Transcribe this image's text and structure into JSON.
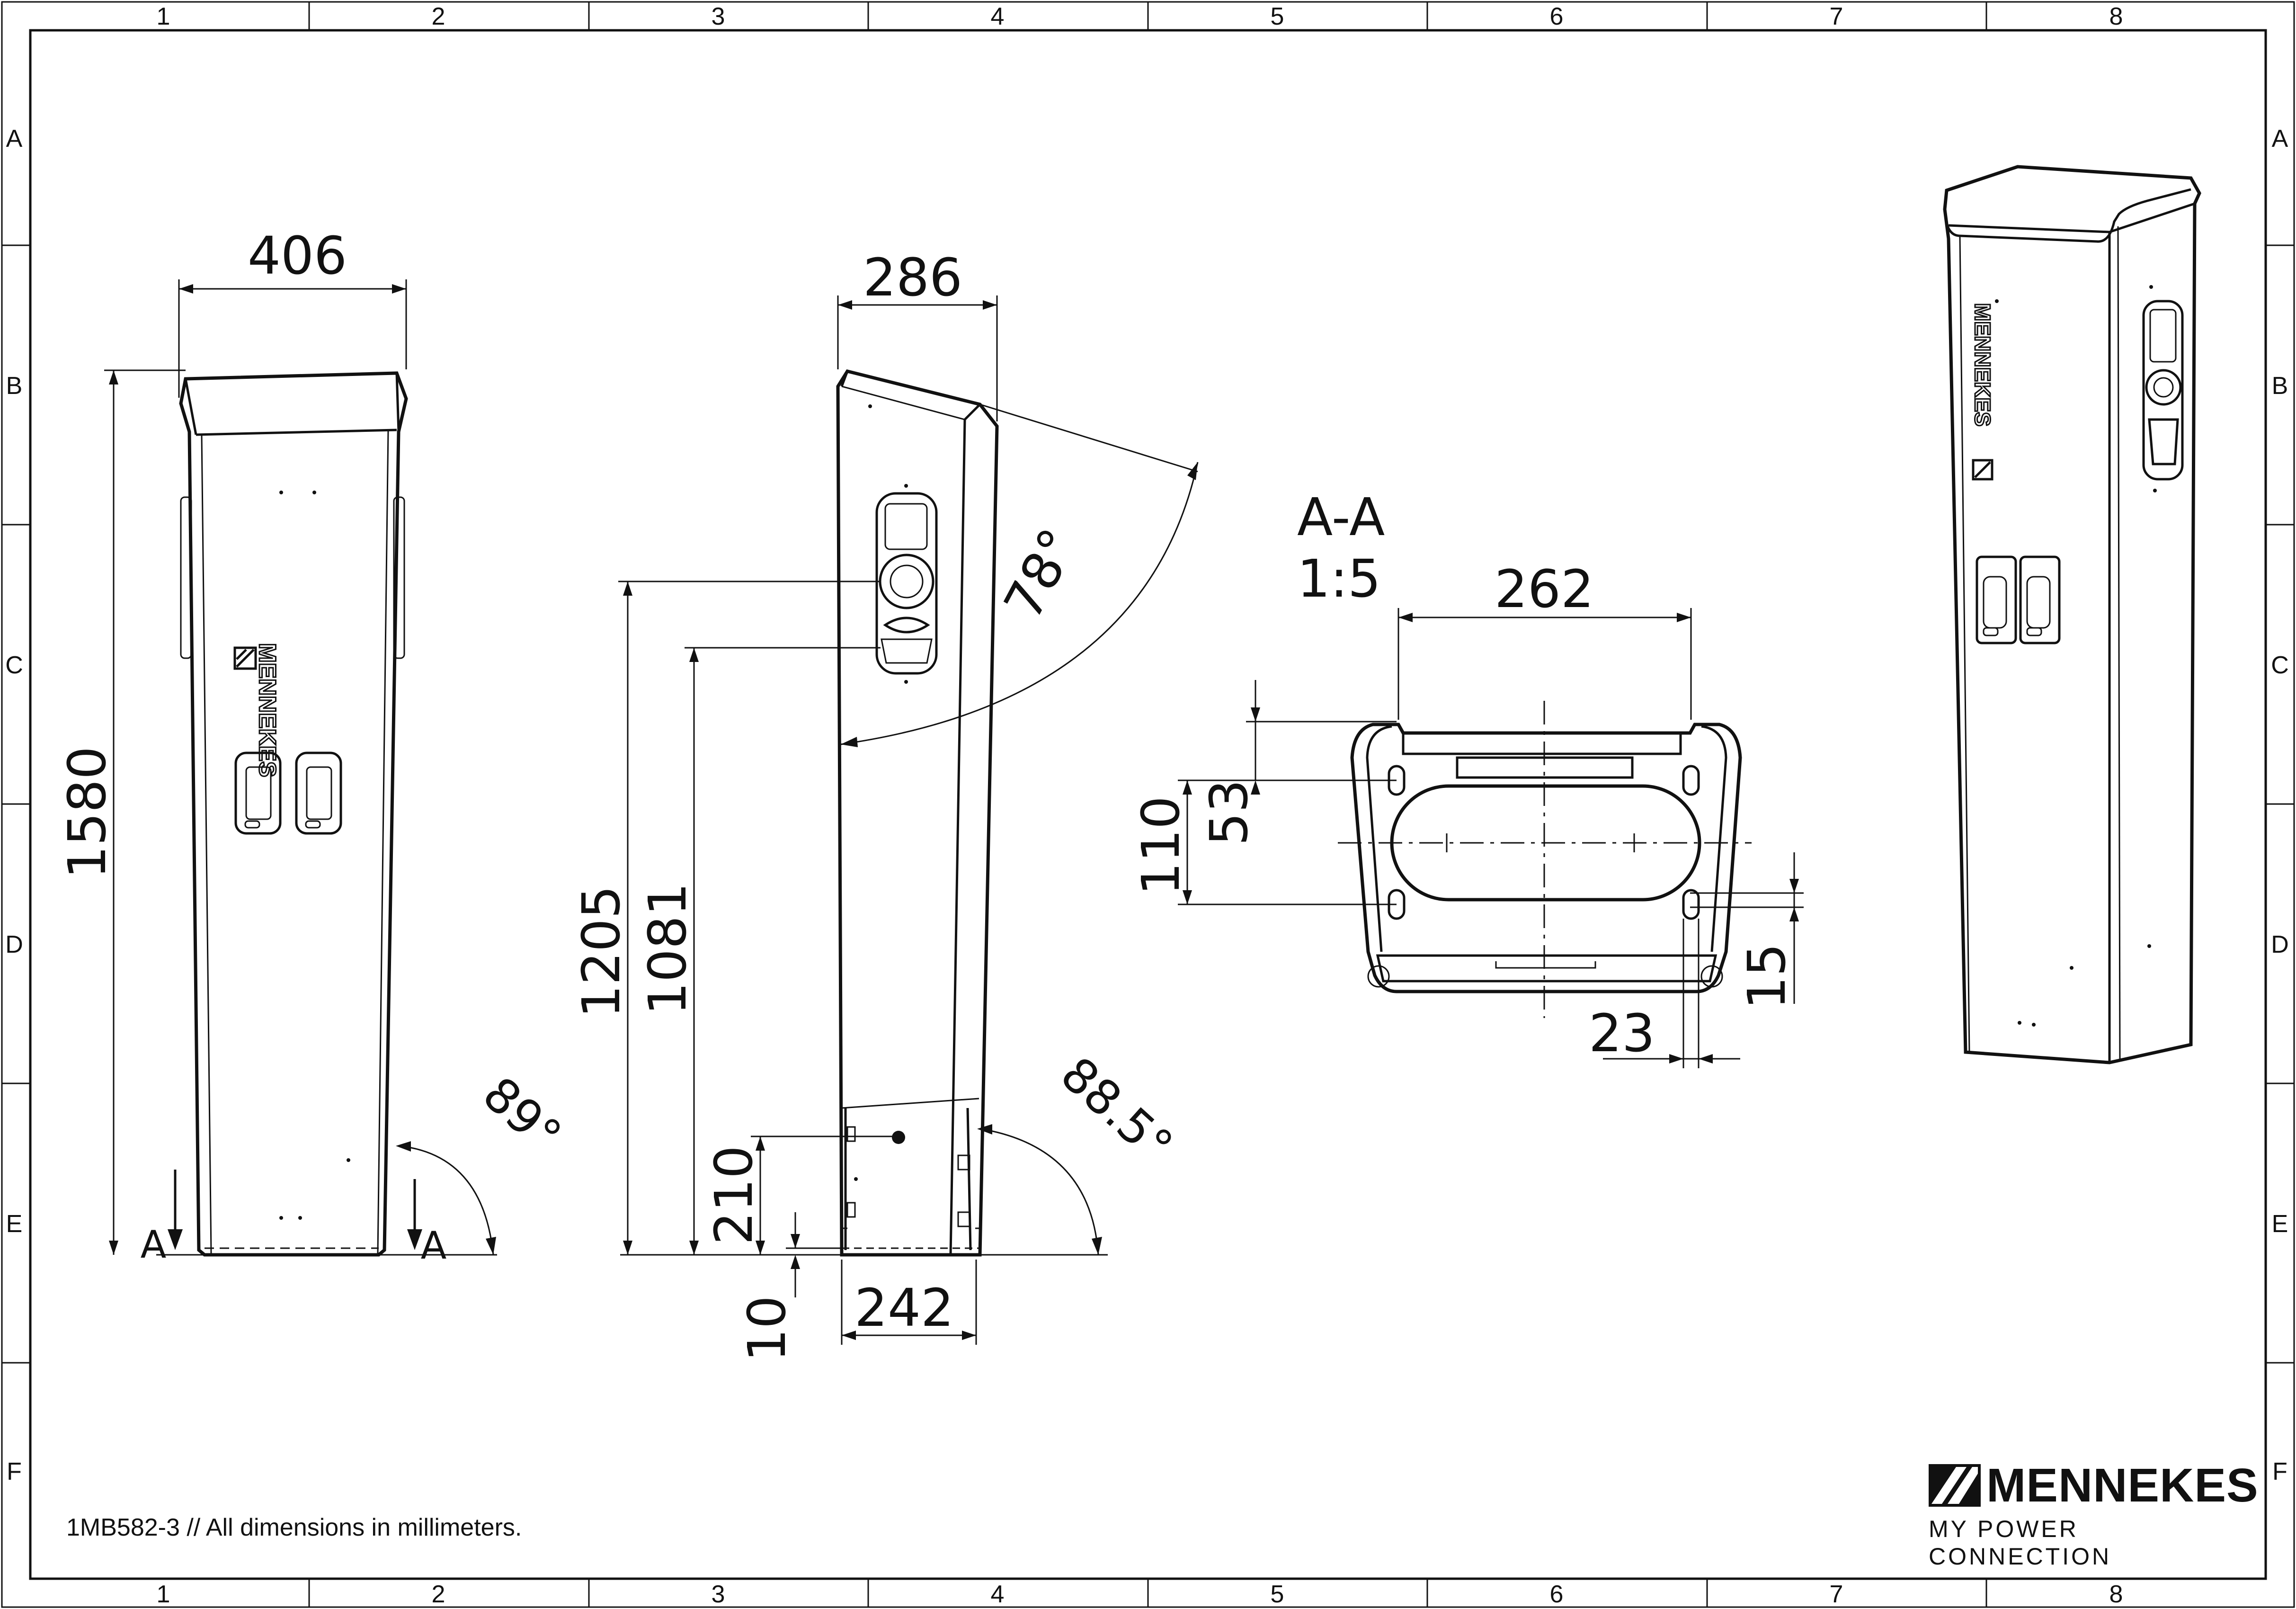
{
  "sheet": {
    "col_labels": [
      "1",
      "2",
      "3",
      "4",
      "5",
      "6",
      "7",
      "8"
    ],
    "row_labels": [
      "A",
      "B",
      "C",
      "D",
      "E",
      "F"
    ]
  },
  "front_view": {
    "width_dim": "406",
    "height_dim": "1580",
    "angle_dim": "89°",
    "section_left": "A",
    "section_right": "A",
    "logo_text": "MENNEKES"
  },
  "side_view": {
    "top_depth_dim": "286",
    "angle_top_dim": "78°",
    "height_1205": "1205",
    "height_1081": "1081",
    "height_210": "210",
    "base_10": "10",
    "base_depth_dim": "242",
    "angle_base_dim": "88.5°"
  },
  "section_view": {
    "title": "A-A",
    "scale": "1:5",
    "width_dim": "262",
    "dim_110": "110",
    "dim_53": "53",
    "dim_15": "15",
    "dim_23": "23"
  },
  "iso_view": {
    "logo_text": "MENNEKES"
  },
  "footer": {
    "note": "1MB582-3 // All dimensions in millimeters.",
    "brand_name": "MENNEKES",
    "brand_tagline": "MY POWER CONNECTION"
  }
}
